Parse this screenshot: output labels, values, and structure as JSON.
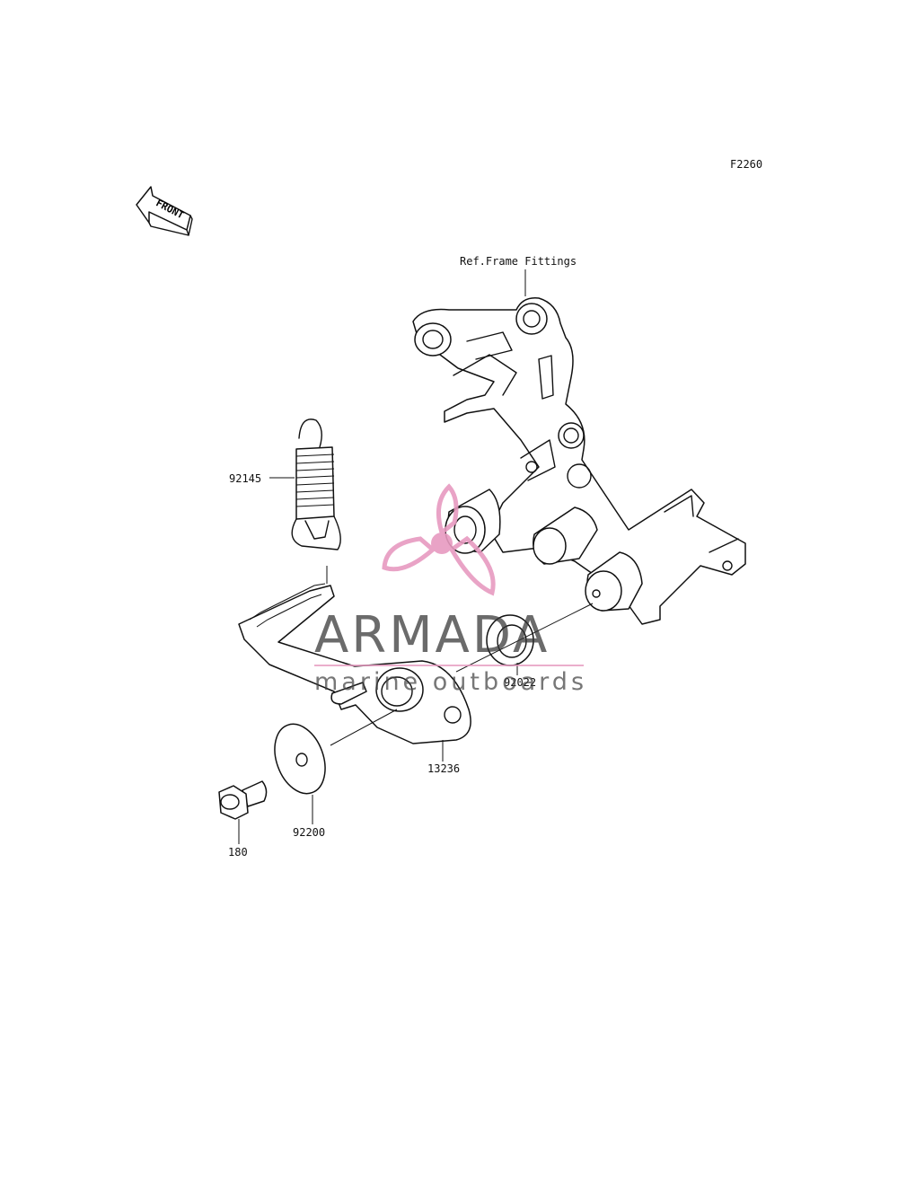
{
  "diagram": {
    "code": "F2260",
    "front_label": "FRONT",
    "ref_label": "Ref.Frame Fittings",
    "parts": [
      {
        "id": "spring",
        "number": "92145"
      },
      {
        "id": "bushing",
        "number": "92022"
      },
      {
        "id": "pedal",
        "number": "13236"
      },
      {
        "id": "washer",
        "number": "92200"
      },
      {
        "id": "bolt",
        "number": "180"
      }
    ]
  },
  "watermark": {
    "title": "ARMADA",
    "subtitle": "marine outboards",
    "accent_color": "#e79ac0"
  }
}
